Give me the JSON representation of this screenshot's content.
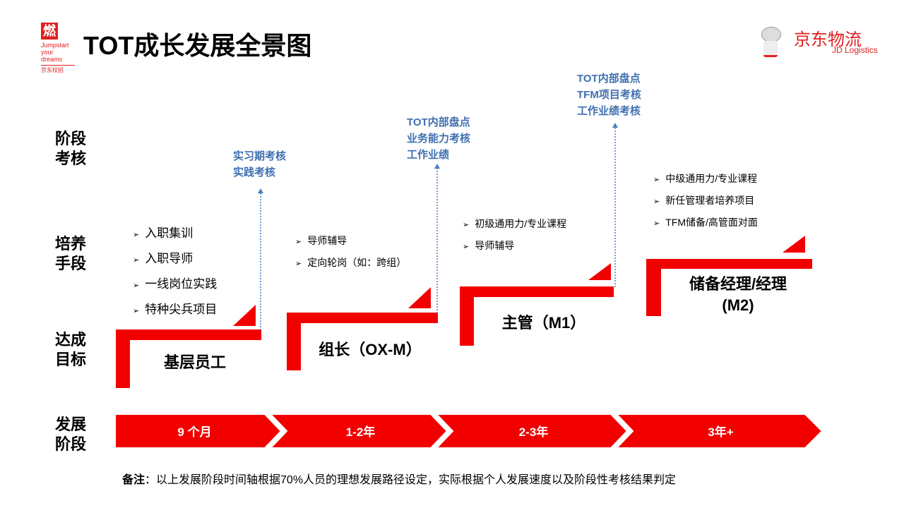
{
  "logo_left": {
    "glyph": "燃",
    "lines": [
      "Jumpstart",
      "your",
      "dreams"
    ],
    "sub": "京东校招"
  },
  "title": "TOT成长发展全景图",
  "logo_right": {
    "cn": "京东物流",
    "en": "JD Logistics"
  },
  "row_labels": [
    "阶段\n考核",
    "培养\n手段",
    "达成\n目标",
    "发展\n阶段"
  ],
  "assessments": [
    [
      "实习期考核",
      "实践考核"
    ],
    [
      "TOT内部盘点",
      "业务能力考核",
      "工作业绩"
    ],
    [
      "TOT内部盘点",
      "TFM项目考核",
      "工作业绩考核"
    ]
  ],
  "training": [
    [
      "入职集训",
      "入职导师",
      "一线岗位实践",
      "特种尖兵项目"
    ],
    [
      "导师辅导",
      "定向轮岗（如：跨组）"
    ],
    [
      "初级通用力/专业课程",
      "导师辅导"
    ],
    [
      "中级通用力/专业课程",
      "新任管理者培养项目",
      "TFM储备/高管面对面"
    ]
  ],
  "bullet": "➢",
  "stages": [
    "基层员工",
    "组长（OX-M）",
    "主管（M1）",
    "储备经理/经理\n(M2)"
  ],
  "timeline": [
    "9 个月",
    "1-2年",
    "2-3年",
    "3年+"
  ],
  "note": {
    "label": "备注",
    "text": "：以上发展阶段时间轴根据70%人员的理想发展路径设定，实际根据个人发展速度以及阶段性考核结果判定"
  },
  "colors": {
    "red": "#ff0000",
    "blue": "#3f6fb0"
  }
}
